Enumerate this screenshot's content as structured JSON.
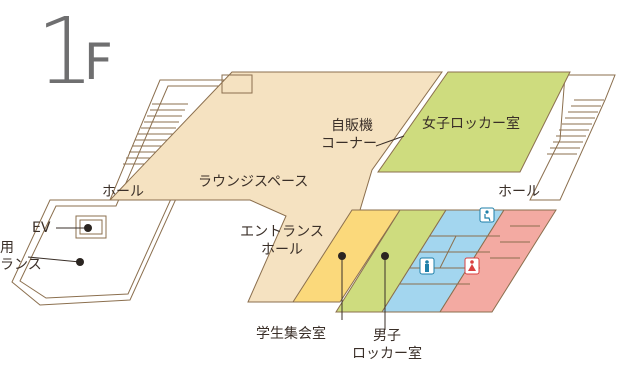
{
  "floor": {
    "number": "1",
    "suffix": "F"
  },
  "labels": {
    "lounge": "ラウンジスペース",
    "hall_left": "ホール",
    "hall_right": "ホール",
    "vending_1": "自販機",
    "vending_2": "コーナー",
    "womens_locker": "女子ロッカー室",
    "entrance_1": "エントランス",
    "entrance_2": "ホール",
    "ev": "EV",
    "side_entrance_1": "用",
    "side_entrance_2": "ランス",
    "student_hall": "学生集会室",
    "mens_locker_1": "男子",
    "mens_locker_2": "ロッカー室"
  },
  "colors": {
    "lounge": "#f5e2c1",
    "womens_locker": "#cedc7e",
    "mens_locker": "#cedc7e",
    "student_hall": "#fbd97b",
    "restroom_blue": "#a3d6ef",
    "restroom_pink": "#f3aaa2",
    "outline": "#8b6f4e",
    "floor_text": "#6f6f70"
  },
  "icons": [
    "accessible-restroom-icon",
    "mens-restroom-icon",
    "womens-restroom-icon"
  ]
}
